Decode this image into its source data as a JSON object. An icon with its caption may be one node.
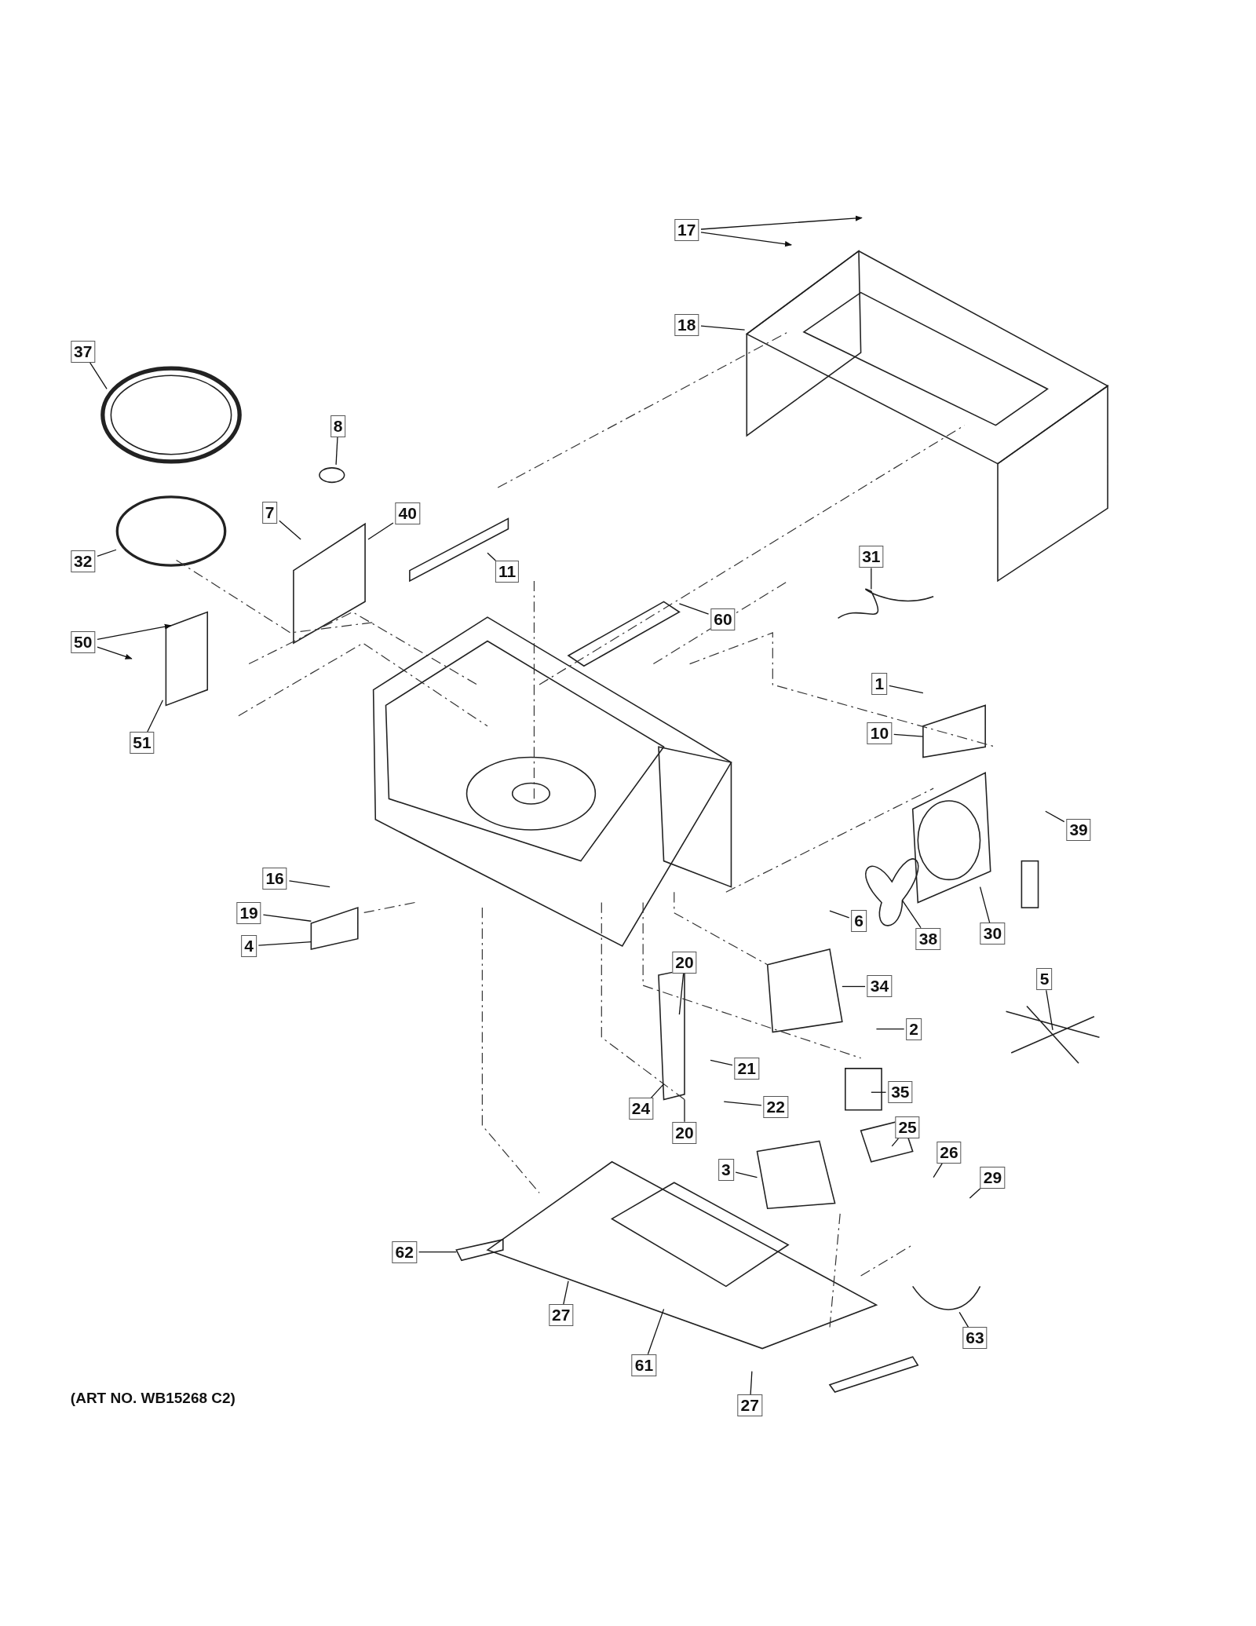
{
  "diagram": {
    "nodes": [
      {
        "text": [
          "17"
        ]
      },
      {
        "text": [
          "18"
        ]
      },
      {
        "text": [
          "37"
        ]
      },
      {
        "text": [
          "8"
        ]
      },
      {
        "text": [
          "7"
        ]
      },
      {
        "text": [
          "40"
        ]
      },
      {
        "text": [
          "11"
        ]
      },
      {
        "text": [
          "32"
        ]
      },
      {
        "text": [
          "31"
        ]
      },
      {
        "text": [
          "60"
        ]
      },
      {
        "text": [
          "50"
        ]
      },
      {
        "text": [
          "51"
        ]
      },
      {
        "text": [
          "1"
        ]
      },
      {
        "text": [
          "10"
        ]
      },
      {
        "text": [
          "39"
        ]
      },
      {
        "text": [
          "16"
        ]
      },
      {
        "text": [
          "19"
        ]
      },
      {
        "text": [
          "4"
        ]
      },
      {
        "text": [
          "6"
        ]
      },
      {
        "text": [
          "38"
        ]
      },
      {
        "text": [
          "30"
        ]
      },
      {
        "text": [
          "34"
        ]
      },
      {
        "text": [
          "5"
        ]
      },
      {
        "text": [
          "20"
        ]
      },
      {
        "text": [
          "2"
        ]
      },
      {
        "text": [
          "21"
        ]
      },
      {
        "text": [
          "22"
        ]
      },
      {
        "text": [
          "24"
        ]
      },
      {
        "text": [
          "20"
        ]
      },
      {
        "text": [
          "35"
        ]
      },
      {
        "text": [
          "25"
        ]
      },
      {
        "text": [
          "26"
        ]
      },
      {
        "text": [
          "3"
        ]
      },
      {
        "text": [
          "29"
        ]
      },
      {
        "text": [
          "62"
        ]
      },
      {
        "text": [
          "27"
        ]
      },
      {
        "text": [
          "61"
        ]
      },
      {
        "text": [
          "63"
        ]
      },
      {
        "text": [
          "27"
        ]
      }
    ],
    "edges": [
      {
        "from": 0,
        "to": null,
        "arrow": "to"
      },
      {
        "from": 0,
        "to": null,
        "arrow": "to"
      },
      {
        "from": 1,
        "to": null,
        "arrow": "none"
      },
      {
        "from": 2,
        "to": null,
        "arrow": "none"
      },
      {
        "from": 3,
        "to": null,
        "arrow": "none"
      },
      {
        "from": 4,
        "to": null,
        "arrow": "none"
      },
      {
        "from": 5,
        "to": null,
        "arrow": "none"
      },
      {
        "from": 6,
        "to": null,
        "arrow": "none"
      },
      {
        "from": 7,
        "to": null,
        "arrow": "none"
      },
      {
        "from": 8,
        "to": null,
        "arrow": "none"
      },
      {
        "from": 9,
        "to": null,
        "arrow": "none"
      },
      {
        "from": 10,
        "to": null,
        "arrow": "to"
      },
      {
        "from": 10,
        "to": null,
        "arrow": "to"
      },
      {
        "from": 11,
        "to": null,
        "arrow": "none"
      },
      {
        "from": 12,
        "to": null,
        "arrow": "none"
      },
      {
        "from": 13,
        "to": null,
        "arrow": "none"
      },
      {
        "from": 14,
        "to": null,
        "arrow": "none"
      },
      {
        "from": 15,
        "to": null,
        "arrow": "none"
      },
      {
        "from": 16,
        "to": null,
        "arrow": "none"
      },
      {
        "from": 17,
        "to": null,
        "arrow": "none"
      },
      {
        "from": 18,
        "to": null,
        "arrow": "none"
      },
      {
        "from": 19,
        "to": null,
        "arrow": "none"
      },
      {
        "from": 20,
        "to": null,
        "arrow": "none"
      },
      {
        "from": 21,
        "to": null,
        "arrow": "none"
      },
      {
        "from": 22,
        "to": null,
        "arrow": "none"
      },
      {
        "from": 23,
        "to": null,
        "arrow": "none"
      },
      {
        "from": 24,
        "to": null,
        "arrow": "none"
      },
      {
        "from": 25,
        "to": null,
        "arrow": "none"
      },
      {
        "from": 26,
        "to": null,
        "arrow": "none"
      },
      {
        "from": 27,
        "to": null,
        "arrow": "none"
      },
      {
        "from": 28,
        "to": null,
        "arrow": "none"
      },
      {
        "from": 29,
        "to": null,
        "arrow": "none"
      },
      {
        "from": 30,
        "to": null,
        "arrow": "none"
      },
      {
        "from": 31,
        "to": null,
        "arrow": "none"
      },
      {
        "from": 32,
        "to": null,
        "arrow": "none"
      },
      {
        "from": 33,
        "to": null,
        "arrow": "none"
      },
      {
        "from": 34,
        "to": null,
        "arrow": "none"
      },
      {
        "from": 35,
        "to": null,
        "arrow": "none"
      },
      {
        "from": 36,
        "to": null,
        "arrow": "none"
      },
      {
        "from": 37,
        "to": null,
        "arrow": "none"
      },
      {
        "from": 38,
        "to": null,
        "arrow": "none"
      }
    ],
    "labels": [
      "(ART NO. WB15268 C2)"
    ]
  }
}
